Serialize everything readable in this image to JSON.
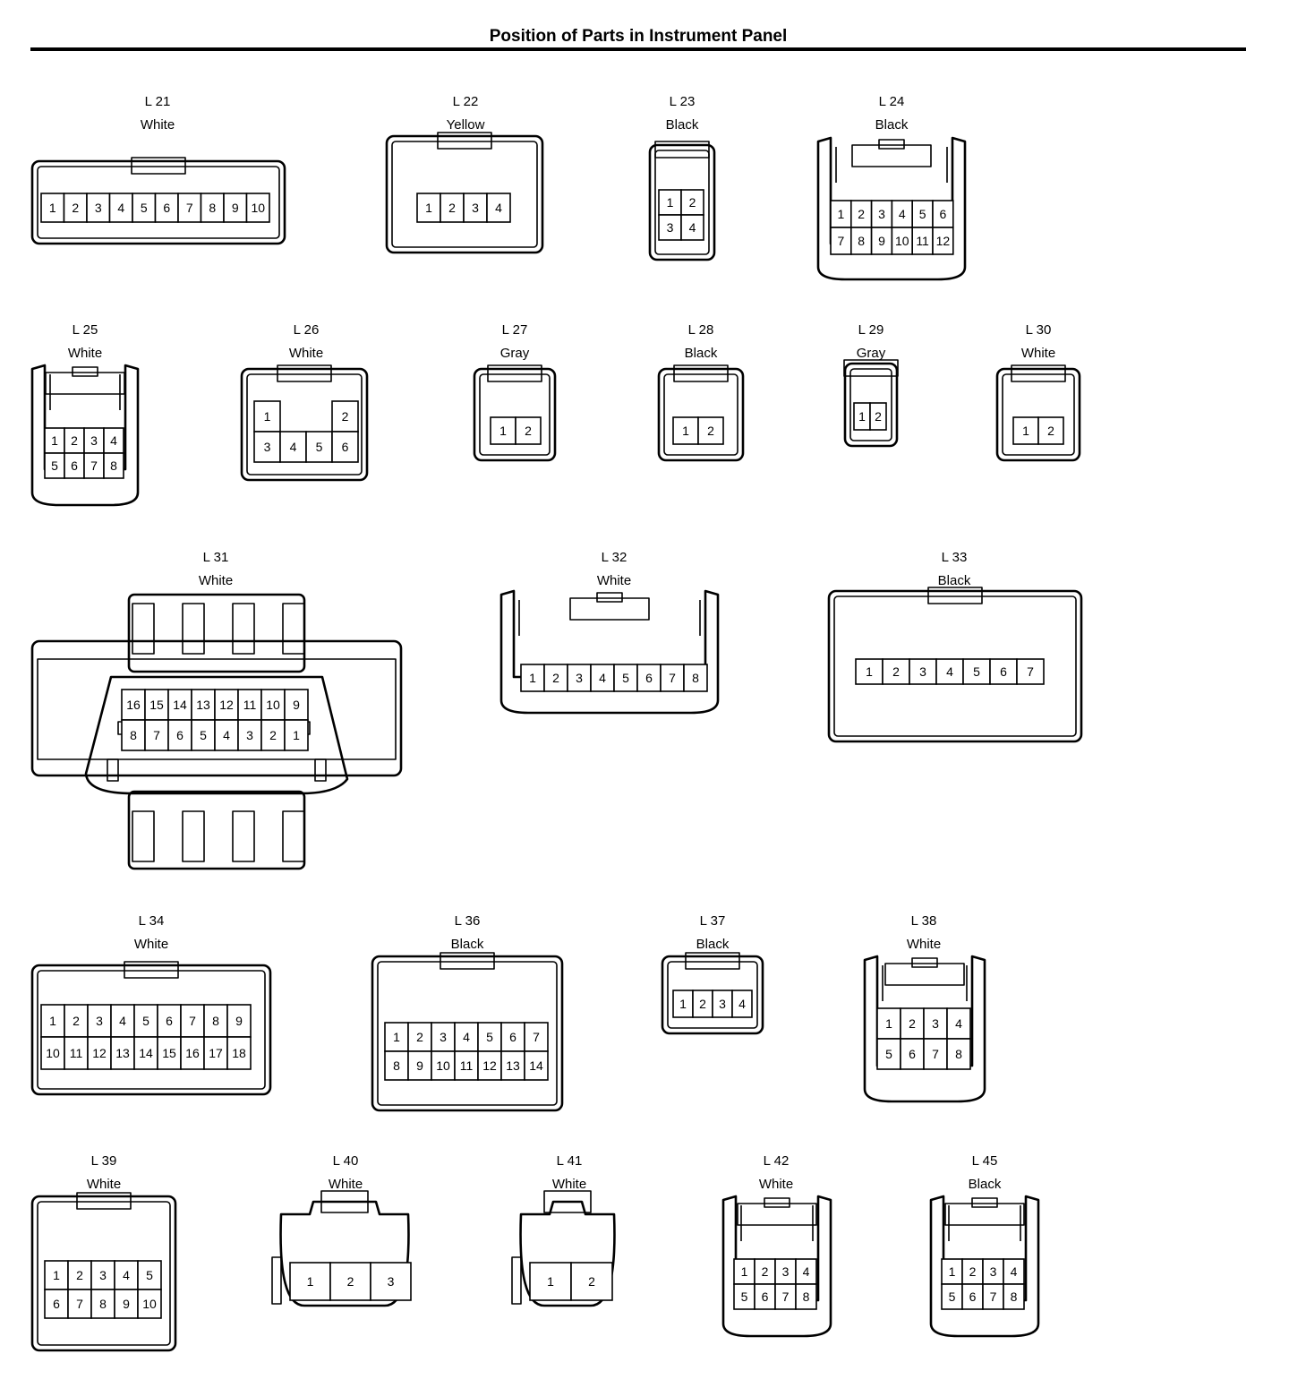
{
  "page": {
    "title": "Position of Parts in Instrument Panel"
  },
  "connectors": [
    {
      "id": "L 21",
      "color": "White",
      "pins": [
        [
          "1",
          "2",
          "3",
          "4",
          "5",
          "6",
          "7",
          "8",
          "9",
          "10"
        ]
      ]
    },
    {
      "id": "L 22",
      "color": "Yellow",
      "pins": [
        [
          "1",
          "2",
          "3",
          "4"
        ]
      ]
    },
    {
      "id": "L 23",
      "color": "Black",
      "pins": [
        [
          "1",
          "2"
        ],
        [
          "3",
          "4"
        ]
      ]
    },
    {
      "id": "L 24",
      "color": "Black",
      "pins": [
        [
          "1",
          "2",
          "3",
          "4",
          "5",
          "6"
        ],
        [
          "7",
          "8",
          "9",
          "10",
          "11",
          "12"
        ]
      ]
    },
    {
      "id": "L 25",
      "color": "White",
      "pins": [
        [
          "1",
          "2",
          "3",
          "4"
        ],
        [
          "5",
          "6",
          "7",
          "8"
        ]
      ]
    },
    {
      "id": "L 26",
      "color": "White",
      "pins": [
        [
          "1",
          "2"
        ],
        [
          "3",
          "4",
          "5",
          "6"
        ]
      ]
    },
    {
      "id": "L 27",
      "color": "Gray",
      "pins": [
        [
          "1",
          "2"
        ]
      ]
    },
    {
      "id": "L 28",
      "color": "Black",
      "pins": [
        [
          "1",
          "2"
        ]
      ]
    },
    {
      "id": "L 29",
      "color": "Gray",
      "pins": [
        [
          "1",
          "2"
        ]
      ]
    },
    {
      "id": "L 30",
      "color": "White",
      "pins": [
        [
          "1",
          "2"
        ]
      ]
    },
    {
      "id": "L 31",
      "color": "White",
      "pins": [
        [
          "16",
          "15",
          "14",
          "13",
          "12",
          "11",
          "10",
          "9"
        ],
        [
          "8",
          "7",
          "6",
          "5",
          "4",
          "3",
          "2",
          "1"
        ]
      ]
    },
    {
      "id": "L 32",
      "color": "White",
      "pins": [
        [
          "1",
          "2",
          "3",
          "4",
          "5",
          "6",
          "7",
          "8"
        ]
      ]
    },
    {
      "id": "L 33",
      "color": "Black",
      "pins": [
        [
          "1",
          "2",
          "3",
          "4",
          "5",
          "6",
          "7"
        ]
      ]
    },
    {
      "id": "L 34",
      "color": "White",
      "pins": [
        [
          "1",
          "2",
          "3",
          "4",
          "5",
          "6",
          "7",
          "8",
          "9"
        ],
        [
          "10",
          "11",
          "12",
          "13",
          "14",
          "15",
          "16",
          "17",
          "18"
        ]
      ]
    },
    {
      "id": "L 36",
      "color": "Black",
      "pins": [
        [
          "1",
          "2",
          "3",
          "4",
          "5",
          "6",
          "7"
        ],
        [
          "8",
          "9",
          "10",
          "11",
          "12",
          "13",
          "14"
        ]
      ]
    },
    {
      "id": "L 37",
      "color": "Black",
      "pins": [
        [
          "1",
          "2",
          "3",
          "4"
        ]
      ]
    },
    {
      "id": "L 38",
      "color": "White",
      "pins": [
        [
          "1",
          "2",
          "3",
          "4"
        ],
        [
          "5",
          "6",
          "7",
          "8"
        ]
      ]
    },
    {
      "id": "L 39",
      "color": "White",
      "pins": [
        [
          "1",
          "2",
          "3",
          "4",
          "5"
        ],
        [
          "6",
          "7",
          "8",
          "9",
          "10"
        ]
      ]
    },
    {
      "id": "L 40",
      "color": "White",
      "pins": [
        [
          "1",
          "2",
          "3"
        ]
      ]
    },
    {
      "id": "L 41",
      "color": "White",
      "pins": [
        [
          "1",
          "2"
        ]
      ]
    },
    {
      "id": "L 42",
      "color": "White",
      "pins": [
        [
          "1",
          "2",
          "3",
          "4"
        ],
        [
          "5",
          "6",
          "7",
          "8"
        ]
      ]
    },
    {
      "id": "L 45",
      "color": "Black",
      "pins": [
        [
          "1",
          "2",
          "3",
          "4"
        ],
        [
          "5",
          "6",
          "7",
          "8"
        ]
      ]
    }
  ]
}
